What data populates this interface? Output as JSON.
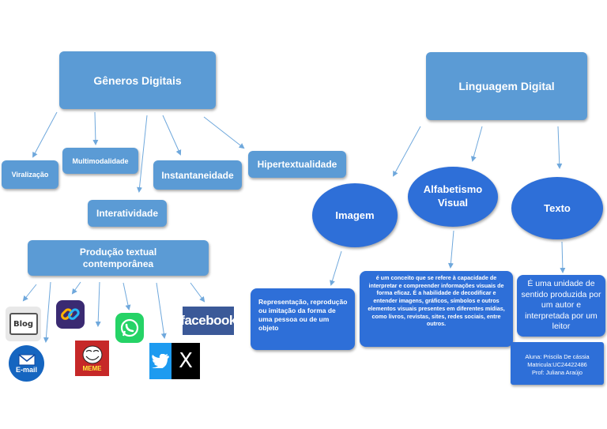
{
  "left_map": {
    "root": "Gêneros Digitais",
    "nodes": {
      "viralizacao": "Viralização",
      "multimodalidade": "Multimodalidade",
      "instantaneidade": "Instantaneidade",
      "hipertextualidade": "Hipertextualidade",
      "interatividade": "Interatividade",
      "producao": "Produção textual contemporânea"
    },
    "icons": {
      "blog": "Blog",
      "email": "E-mail",
      "meme": "MEME",
      "facebook": "facebook",
      "x": "X"
    }
  },
  "right_map": {
    "root": "Linguagem Digital",
    "nodes": {
      "imagem": "Imagem",
      "alfabetismo": "Alfabetismo Visual",
      "texto": "Texto"
    },
    "descriptions": {
      "imagem": "Representação, reprodução ou imitação da forma de uma pessoa ou de um objeto",
      "alfabetismo": "é um conceito que se refere à capacidade de interpretar e compreender informações visuais de forma eficaz. É a habilidade de decodificar e entender imagens, gráficos, símbolos e outros elementos visuais presentes em diferentes mídias, como livros, revistas, sites, redes sociais, entre outros.",
      "texto": "É uma unidade de sentido produzida por um autor e interpretada por um leitor"
    },
    "credits": {
      "student": "Aluna: Priscila De cássia",
      "registration": "Matricula:UC24422486",
      "professor": "Prof: Juliana Araújo"
    }
  },
  "colors": {
    "box": "#5b9bd5",
    "oval": "#2e6fd8",
    "line": "#6fa8dc",
    "facebook": "#3b5998",
    "whatsapp": "#25d366",
    "twitter": "#1d9bf0"
  }
}
